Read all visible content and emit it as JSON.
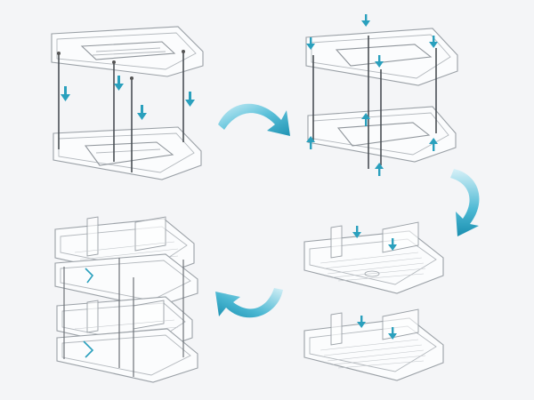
{
  "diagram": {
    "kind": "assembly-steps",
    "accent_color": "#2aa0bd",
    "steps": [
      {
        "name": "step-1-insert-poles",
        "icon": "down-arrow-icon"
      },
      {
        "name": "step-2-lock-tiers",
        "icon": "up-down-arrow-icon"
      },
      {
        "name": "step-3-add-dividers",
        "icon": "down-arrow-icon"
      },
      {
        "name": "step-4-assembled-rack",
        "icon": "down-arrow-icon"
      }
    ],
    "flow_arrows": [
      {
        "name": "curved-arrow-right",
        "from": "step-1-insert-poles",
        "to": "step-2-lock-tiers"
      },
      {
        "name": "curved-arrow-down",
        "from": "step-2-lock-tiers",
        "to": "step-3-add-dividers"
      },
      {
        "name": "curved-arrow-left",
        "from": "step-3-add-dividers",
        "to": "step-4-assembled-rack"
      }
    ]
  }
}
